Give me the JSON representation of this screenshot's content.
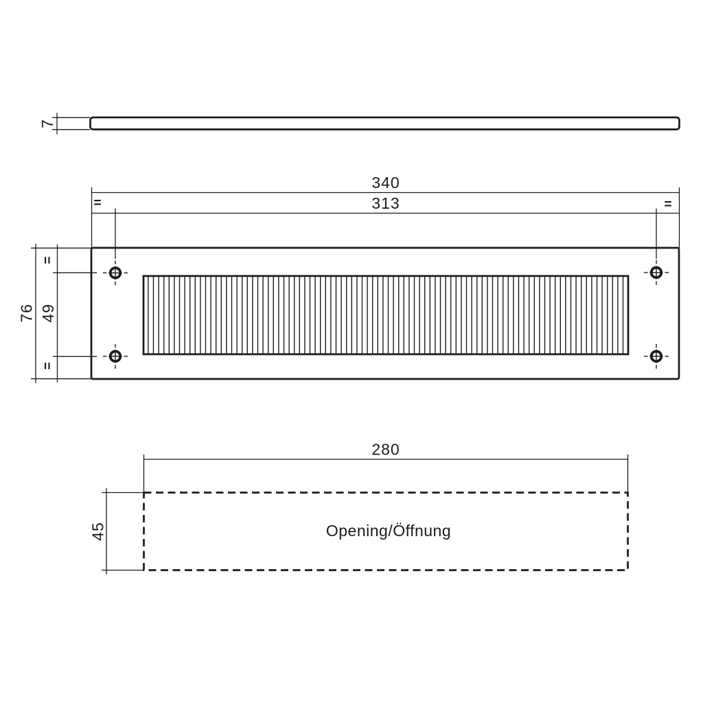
{
  "meta": {
    "background_color": "#ffffff",
    "line_color": "#1b1b1b",
    "drawing_type": "technical-dimension-drawing"
  },
  "views": {
    "side": {
      "thickness": "7"
    },
    "front": {
      "overall_width": "340",
      "hole_pitch_width": "313",
      "overall_height": "76",
      "hole_pitch_height": "49",
      "equal_mark": "="
    },
    "opening": {
      "width": "280",
      "height": "45",
      "label": "Opening/Öffnung"
    }
  }
}
